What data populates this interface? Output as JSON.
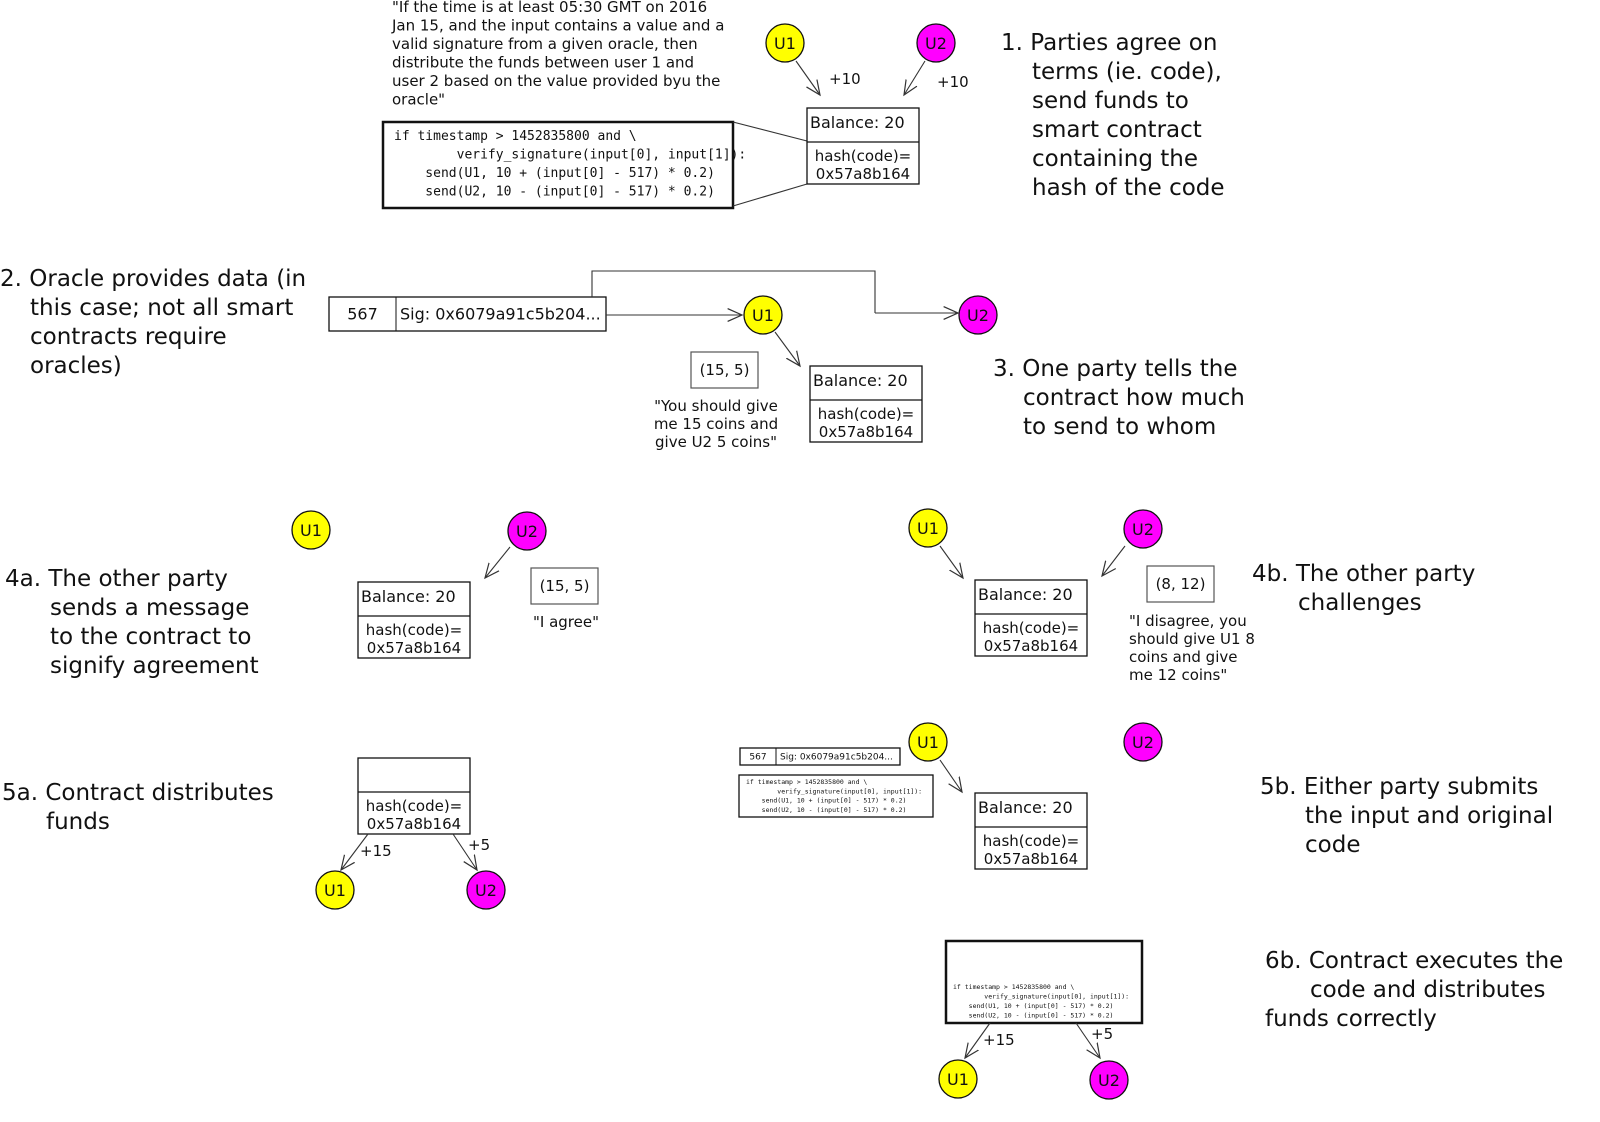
{
  "steps": {
    "s1": [
      "1. Parties agree on",
      "terms (ie. code),",
      "send funds to",
      "smart contract",
      "containing the",
      "hash of the code"
    ],
    "s2": [
      "2. Oracle provides data (in",
      "this case; not all smart",
      "contracts require",
      "oracles)"
    ],
    "s3": [
      "3. One party tells the",
      "contract how much",
      "to send to whom"
    ],
    "s4a": [
      "4a. The other party",
      "sends a message",
      "to the contract to",
      "signify agreement"
    ],
    "s4b": [
      "4b. The other party",
      "challenges"
    ],
    "s5a": [
      "5a. Contract distributes",
      "funds"
    ],
    "s5b": [
      "5b. Either party submits",
      "the input and original",
      "code"
    ],
    "s6b": [
      "6b. Contract executes the",
      "code and distributes",
      "funds correctly"
    ]
  },
  "terms_quote": [
    "\"If the time is at least 05:30 GMT on 2016",
    "Jan 15, and the input contains a value and a",
    "valid signature from a given oracle, then",
    "distribute the funds between user 1 and",
    "user 2 based on the value provided  byu the",
    "oracle\""
  ],
  "code": [
    "if timestamp > 1452835800 and \\",
    "        verify_signature(input[0], input[1]):",
    "    send(U1, 10 + (input[0] - 517) * 0.2)",
    "    send(U2, 10 - (input[0] - 517) * 0.2)"
  ],
  "contract": {
    "balance": "Balance: 20",
    "hash_label": "hash(code)=",
    "hash_value": "0x57a8b164"
  },
  "users": {
    "u1": "U1",
    "u2": "U2",
    "u1_color": "#ffff00",
    "u2_color": "#ff00ff"
  },
  "oracle": {
    "value": "567",
    "sig": "Sig: 0x6079a91c5b204..."
  },
  "amounts": {
    "deposit": "+10",
    "u1_payout": "+15",
    "u2_payout": "+5"
  },
  "claim": {
    "tuple": "(15, 5)",
    "quote": [
      "\"You should give",
      "me 15 coins and",
      "give U2 5 coins\""
    ]
  },
  "agree": {
    "tuple": "(15, 5)",
    "quote": "\"I agree\""
  },
  "challenge": {
    "tuple": "(8, 12)",
    "quote": [
      "\"I disagree, you",
      "should give U1 8",
      "coins and give",
      "me 12 coins\""
    ]
  }
}
